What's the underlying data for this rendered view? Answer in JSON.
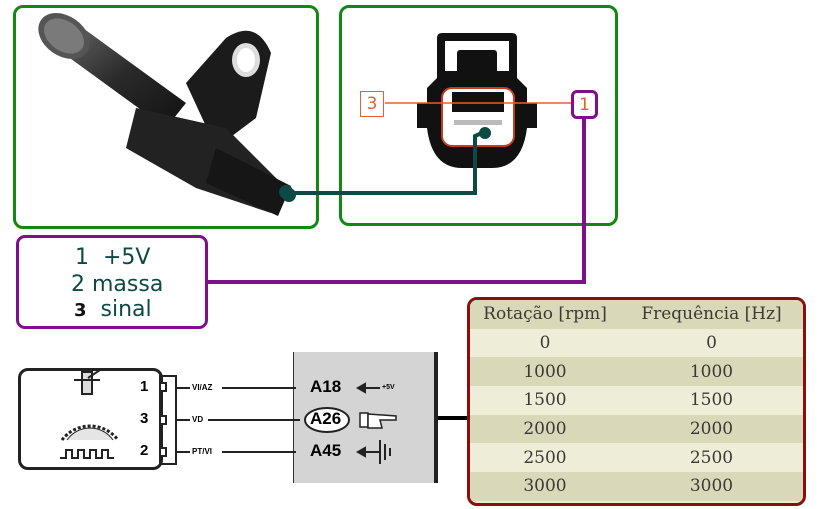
{
  "connector": {
    "pin_left_label": "3",
    "pin_right_label": "1"
  },
  "legend": {
    "lines": [
      {
        "num": "1",
        "text": "+5V"
      },
      {
        "num": "2",
        "text": "massa"
      },
      {
        "num": "3",
        "text": "sinal"
      }
    ]
  },
  "schematic": {
    "pins": [
      {
        "num": "1",
        "wire": "VI/AZ",
        "terminal": "A18",
        "note": "+5V"
      },
      {
        "num": "3",
        "wire": "VD",
        "terminal": "A26",
        "note": ""
      },
      {
        "num": "2",
        "wire": "PT/VI",
        "terminal": "A45",
        "note": ""
      }
    ]
  },
  "table": {
    "headers": [
      "Rotação [rpm]",
      "Frequência [Hz]"
    ],
    "rows": [
      [
        "0",
        "0"
      ],
      [
        "1000",
        "1000"
      ],
      [
        "1500",
        "1500"
      ],
      [
        "2000",
        "2000"
      ],
      [
        "2500",
        "2500"
      ],
      [
        "3000",
        "3000"
      ]
    ]
  },
  "colors": {
    "green_frame": "#118811",
    "purple": "#7f0f8a",
    "teal_wire": "#0d4a44",
    "table_frame": "#8b0d0d",
    "pin3_tag": "#e0603a"
  }
}
